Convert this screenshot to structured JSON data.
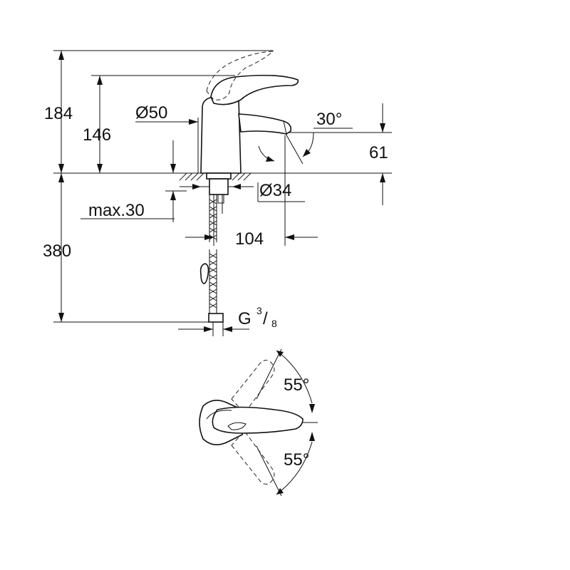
{
  "dimensions": {
    "total_height": "184",
    "spout_height": "146",
    "body_diameter": "Ø50",
    "spout_angle": "30°",
    "spout_outlet_height": "61",
    "hole_diameter": "Ø34",
    "max_deck_thickness": "max.30",
    "spout_reach": "104",
    "hose_length": "380",
    "connection_letter": "G",
    "connection_numerator": "3",
    "connection_slash": "/",
    "connection_denominator": "8",
    "lever_angle_upper": "55°",
    "lever_angle_lower": "55°"
  },
  "colors": {
    "line": "#111111",
    "background": "#ffffff"
  }
}
